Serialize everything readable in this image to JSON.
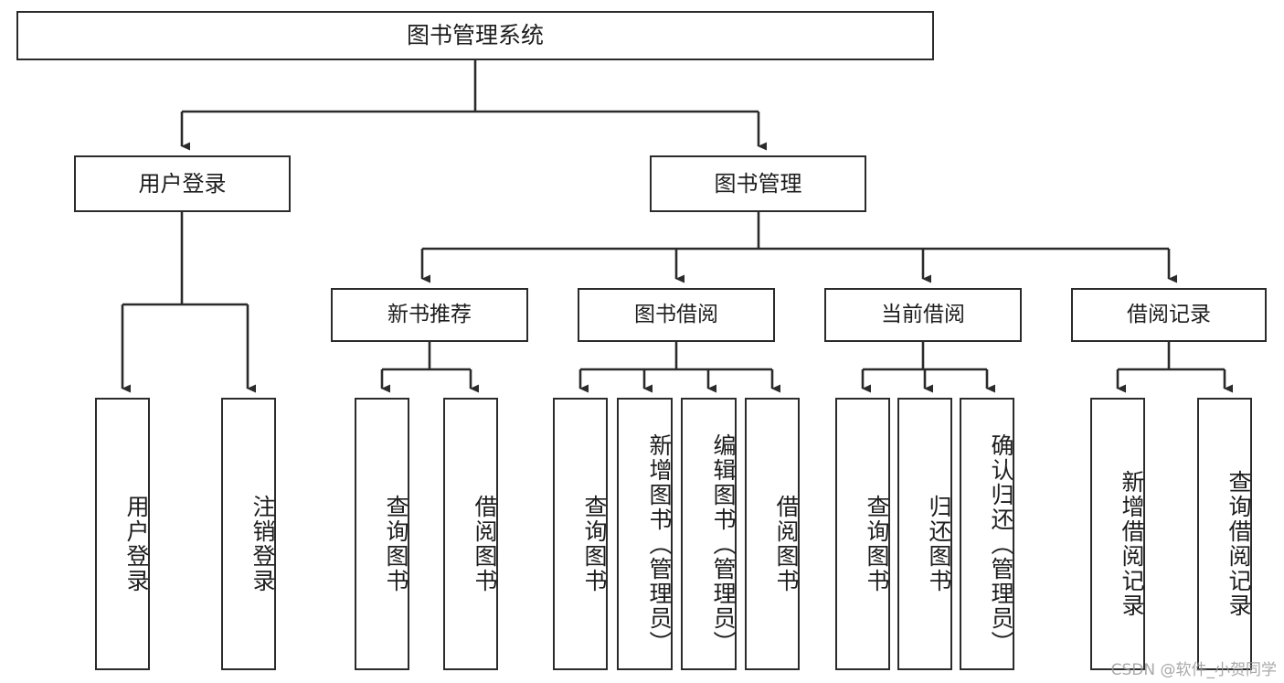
{
  "diagram": {
    "type": "tree",
    "title_node": "图书管理系统",
    "root": {
      "label": "图书管理系统"
    },
    "level2": [
      {
        "label": "用户登录"
      },
      {
        "label": "图书管理"
      }
    ],
    "level3": [
      {
        "label": "新书推荐"
      },
      {
        "label": "图书借阅"
      },
      {
        "label": "当前借阅"
      },
      {
        "label": "借阅记录"
      }
    ],
    "leaves": [
      {
        "label": "用户登录"
      },
      {
        "label": "注销登录"
      },
      {
        "label": "查询图书"
      },
      {
        "label": "借阅图书"
      },
      {
        "label": "查询图书"
      },
      {
        "label": "新增图书（管理员）"
      },
      {
        "label": "编辑图书（管理员）"
      },
      {
        "label": "借阅图书"
      },
      {
        "label": "查询图书"
      },
      {
        "label": "归还图书"
      },
      {
        "label": "确认归还（管理员）"
      },
      {
        "label": "新增借阅记录"
      },
      {
        "label": "查询借阅记录"
      }
    ]
  },
  "watermark": {
    "text": "CSDN @软件_小贺同学"
  },
  "colors": {
    "border": "#2b2b2b",
    "background": "#ffffff",
    "text": "#1d1d1d",
    "watermark": "#9a9a9a"
  }
}
